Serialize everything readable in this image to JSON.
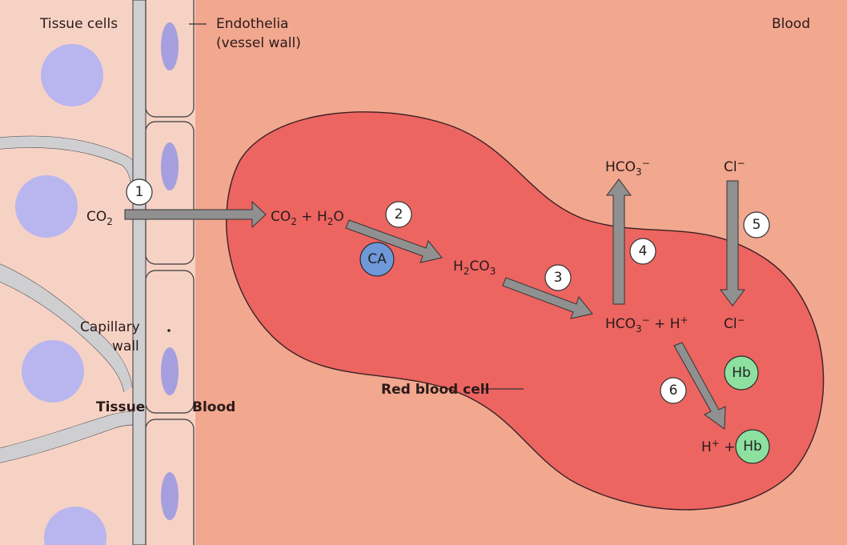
{
  "labels": {
    "tissue_cells": "Tissue cells",
    "endothelia_line1": "Endothelia",
    "endothelia_line2": "(vessel wall)",
    "blood_top": "Blood",
    "capillary_line1": "Capillary",
    "capillary_line2": "wall",
    "tissue_bottom": "Tissue",
    "blood_bottom": "Blood",
    "red_blood_cell": "Red blood cell"
  },
  "chemistry": {
    "co2_main": "CO",
    "co2_sub": "2",
    "co2_h2o_a": "CO",
    "co2_h2o_sub1": "2",
    "co2_h2o_b": " + H",
    "co2_h2o_sub2": "2",
    "co2_h2o_c": "O",
    "h2co3_a": "H",
    "h2co3_sub1": "2",
    "h2co3_b": "CO",
    "h2co3_sub2": "3",
    "hco3_top_a": "HCO",
    "hco3_top_sub": "3",
    "hco3_top_sup": "−",
    "hco3_h_a": "HCO",
    "hco3_h_sub": "3",
    "hco3_h_sup": "−",
    "hco3_h_b": " + H",
    "hco3_h_sup2": "+",
    "cl_top_a": "Cl",
    "cl_top_sup": "−",
    "cl_bottom_a": "Cl",
    "cl_bottom_sup": "−",
    "h_hb_a": "H",
    "h_hb_sup": "+",
    "h_hb_b": " +"
  },
  "molecules": {
    "ca": "CA",
    "hb_free": "Hb",
    "hb_bound": "Hb"
  },
  "steps": [
    "1",
    "2",
    "3",
    "4",
    "5",
    "6"
  ],
  "colors": {
    "blood_bg": "#f2a78f",
    "tissue_bg": "#f6d2c5",
    "cell_wall": "#cfcfd2",
    "nucleus": "#b9b6ef",
    "endo_nucleus": "#a59fdf",
    "rbc": "#ec6561",
    "arrow": "#909090",
    "ca": "#6f98d8",
    "hb": "#8de0a0"
  }
}
